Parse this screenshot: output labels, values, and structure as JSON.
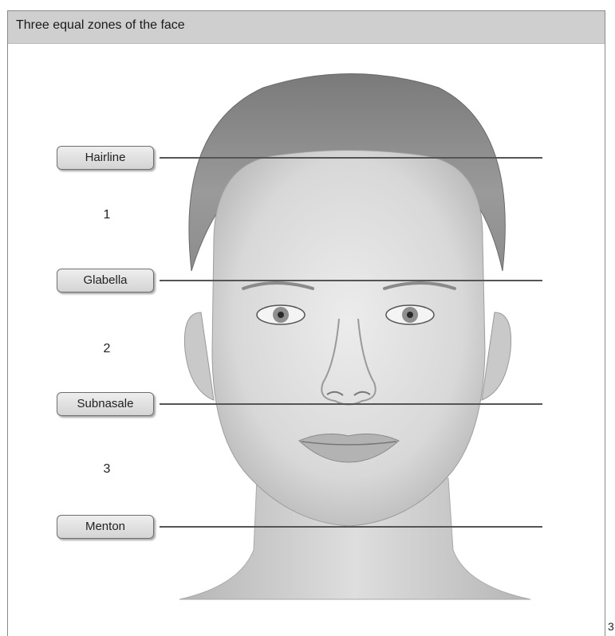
{
  "title": "Three equal zones of the face",
  "labels": {
    "hairline": "Hairline",
    "glabella": "Glabella",
    "subnasale": "Subnasale",
    "menton": "Menton"
  },
  "zones": [
    "1",
    "2",
    "3"
  ],
  "page_number": "3",
  "colors": {
    "title_bar": "#cfcfcf",
    "line": "#555555",
    "skin": "#d9d9d9",
    "hair": "#8a8a8a"
  }
}
